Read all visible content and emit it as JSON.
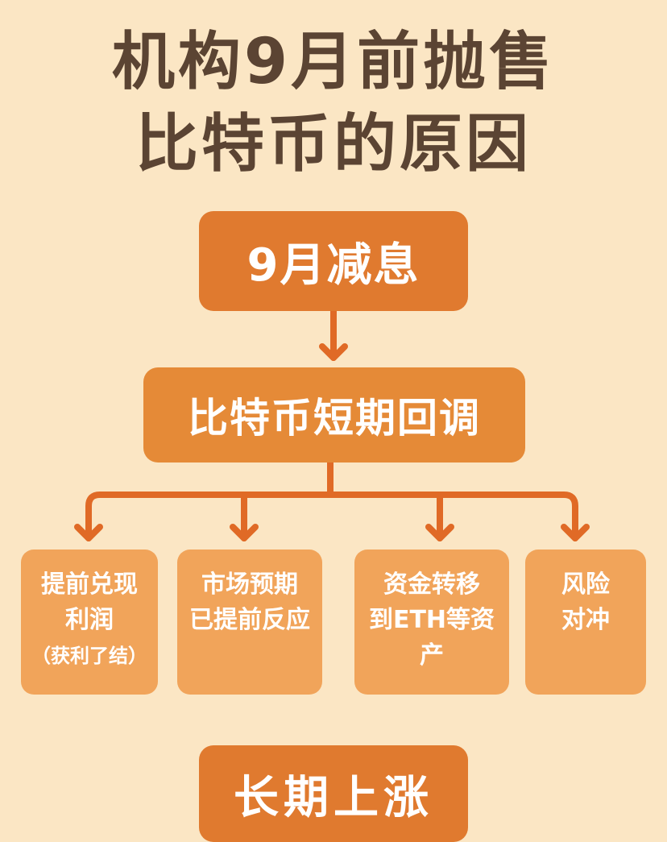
{
  "title": {
    "line1": "机构9月前抛售",
    "line2": "比特币的原因"
  },
  "top_node": {
    "label": "9月减息"
  },
  "middle_node": {
    "label": "比特币短期回调"
  },
  "leaf_nodes": [
    {
      "line1": "提前兑现",
      "line2": "利润",
      "note": "（获利了结）"
    },
    {
      "line1": "市场预期",
      "line2": "已提前反应"
    },
    {
      "line1": "资金转移",
      "line2": "到ETH等资",
      "line3": "产"
    },
    {
      "line1": "风险",
      "line2": "对冲"
    }
  ],
  "bottom_node": {
    "label": "长期上涨"
  },
  "colors": {
    "background": "#fbe6c4",
    "title_text": "#5b4433",
    "primary_box": "#e07a2f",
    "secondary_box": "#e58a37",
    "leaf_box": "#f1a45a",
    "connector": "#e06a26"
  }
}
